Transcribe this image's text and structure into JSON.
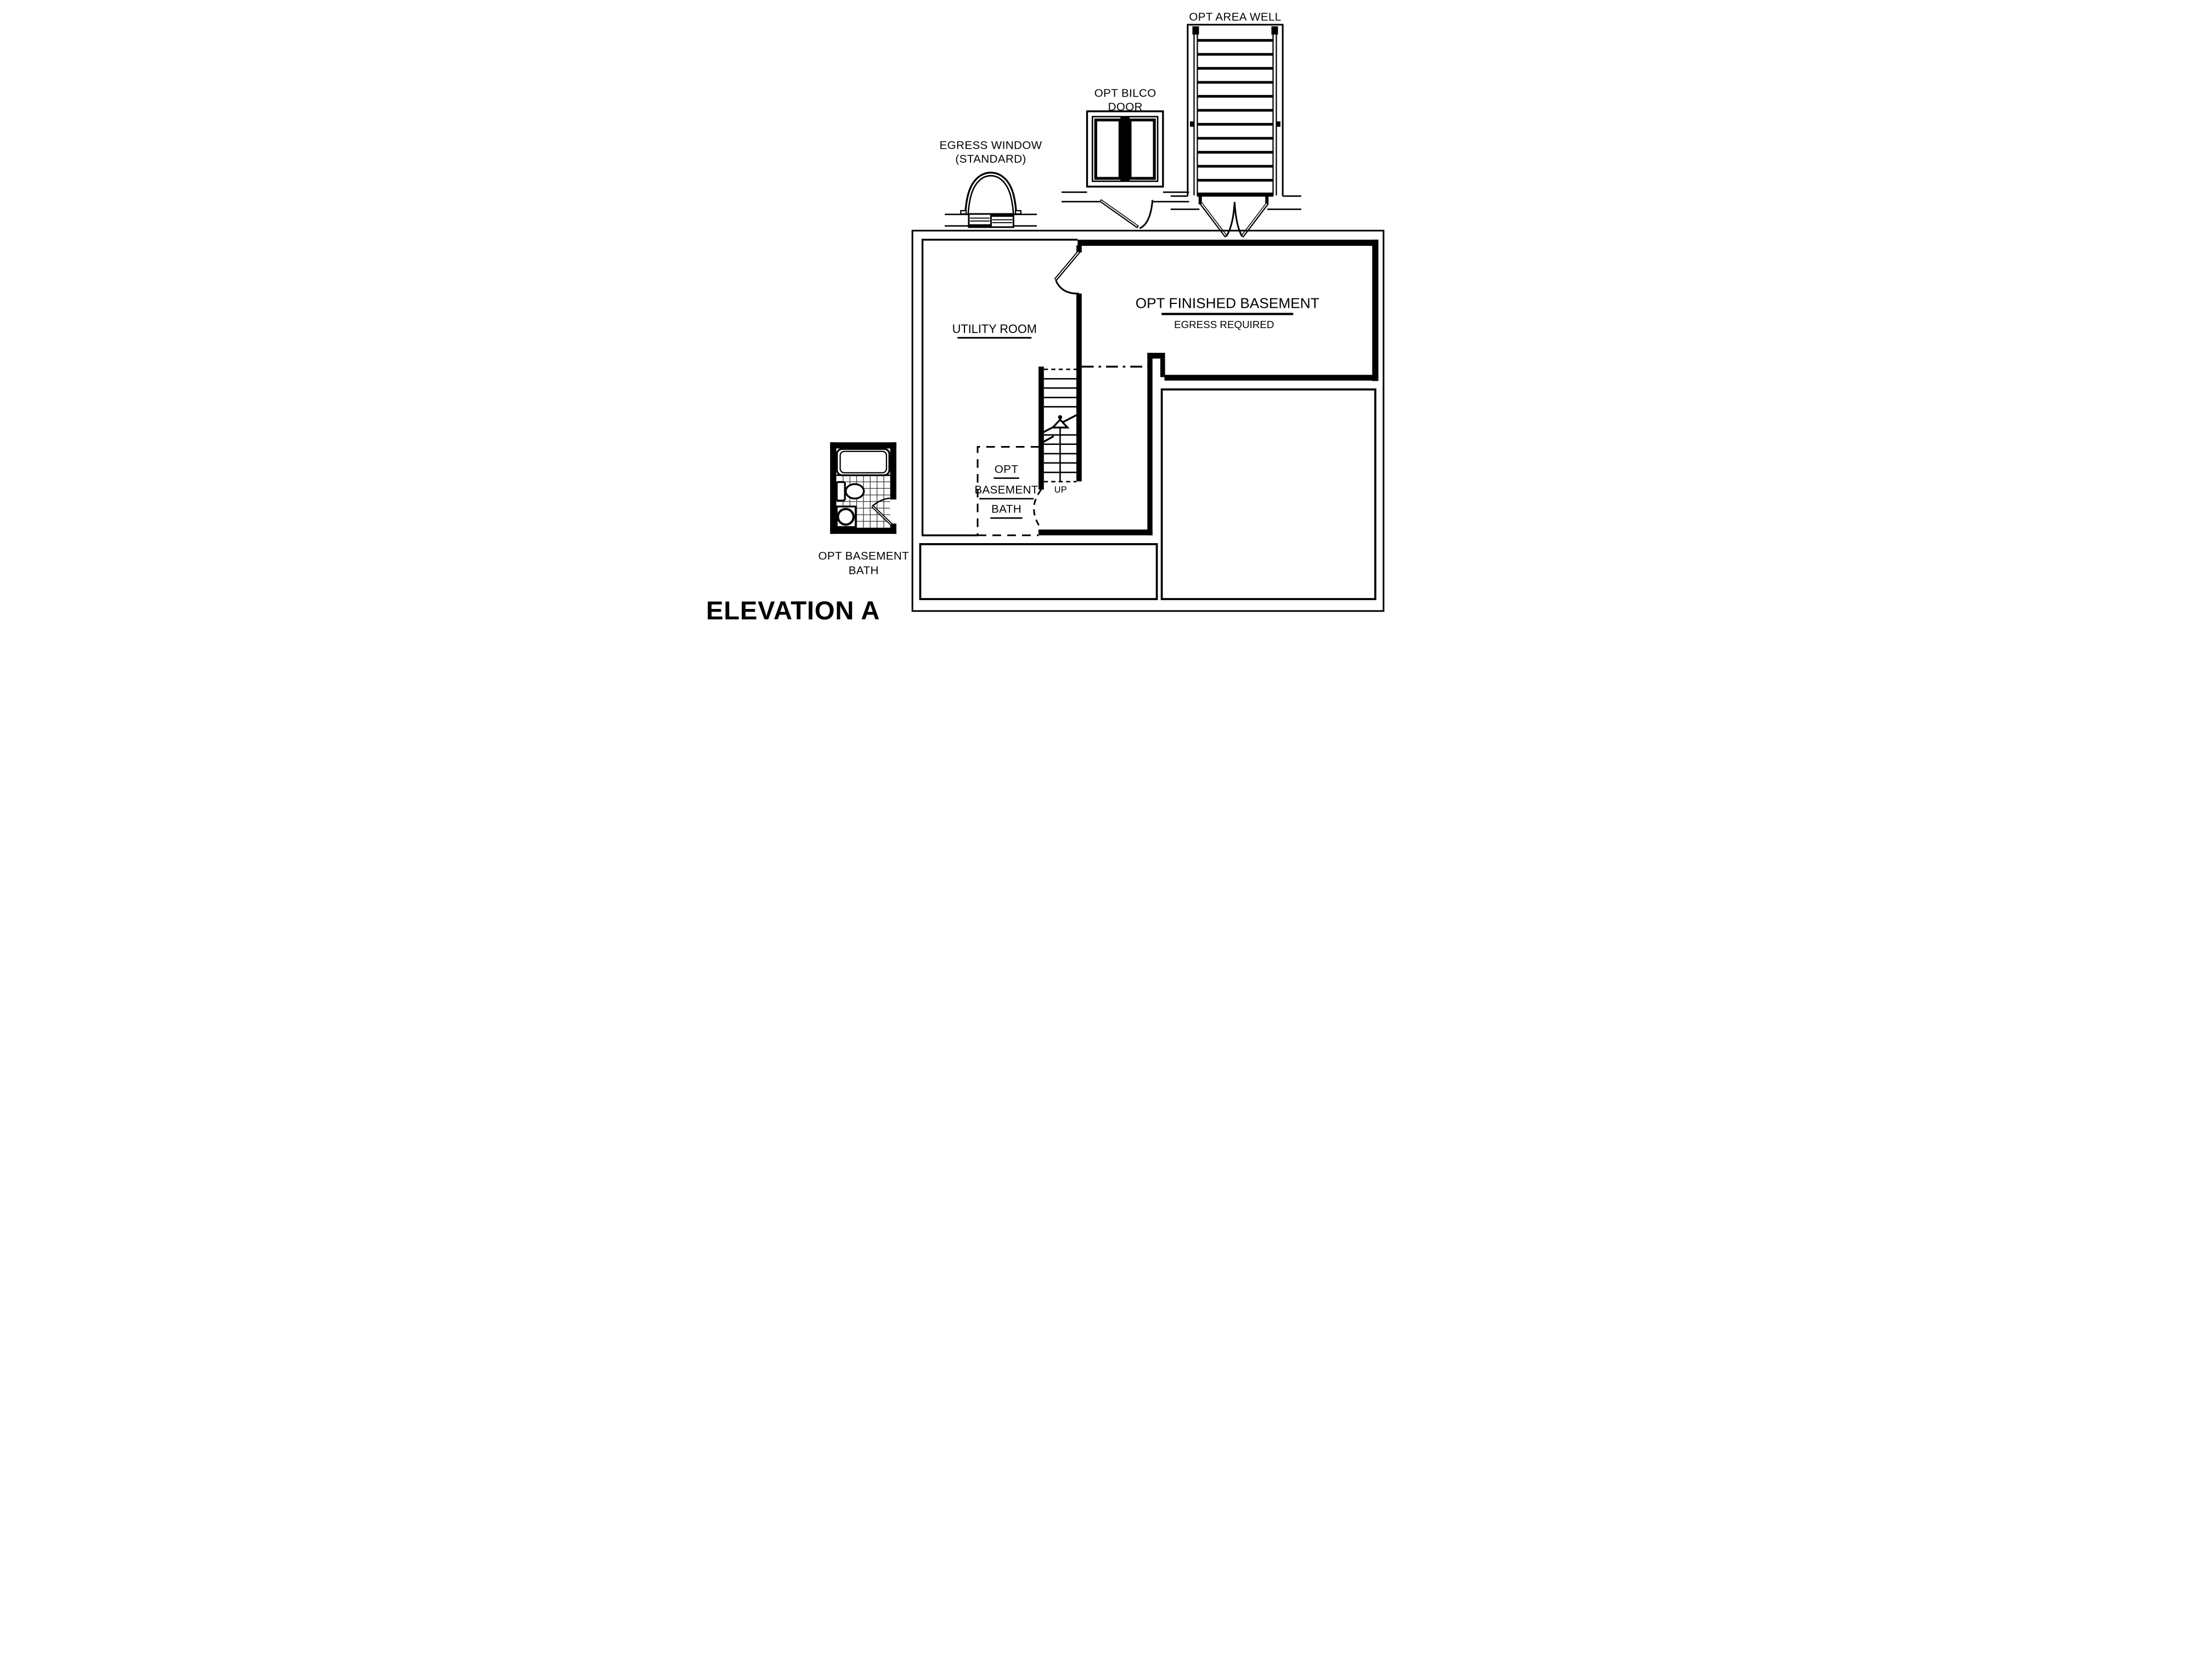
{
  "colors": {
    "line": "#000000",
    "grid": "#3a3a3a",
    "title": "#1c4a63",
    "background": "#ffffff"
  },
  "title": {
    "label": "ELEVATION A"
  },
  "details": {
    "egress_window": {
      "label_line1": "EGRESS WINDOW",
      "label_line2": "(STANDARD)"
    },
    "bilco_door": {
      "label_line1": "OPT BILCO",
      "label_line2": "DOOR"
    },
    "area_well": {
      "label": "OPT AREA WELL"
    },
    "bath": {
      "label_line1": "OPT BASEMENT",
      "label_line2": "BATH"
    }
  },
  "plan": {
    "utility_room_label": "UTILITY ROOM",
    "finished_basement_label": "OPT FINISHED BASEMENT",
    "finished_basement_note": "EGRESS REQUIRED",
    "opt_bath_label_line1": "OPT",
    "opt_bath_label_line2": "BASEMENT",
    "opt_bath_label_line3": "BATH",
    "stairs_up_label": "UP"
  }
}
